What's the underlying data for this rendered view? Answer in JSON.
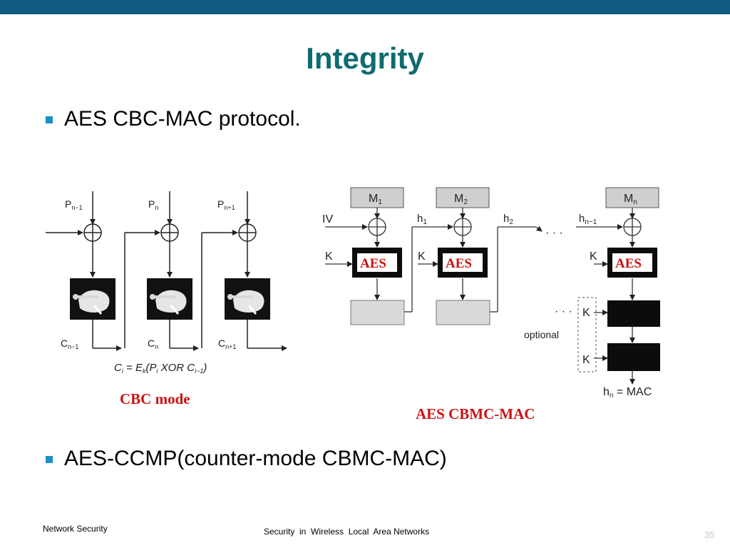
{
  "slide": {
    "title": "Integrity",
    "bullets": [
      "AES CBC-MAC protocol.",
      "AES-CCMP(counter-mode CBMC-MAC)"
    ],
    "footer_left": "Network Security",
    "footer_center": "Security  in  Wireless  Local  Area Networks",
    "page_number": "35",
    "colors": {
      "top_bar": "#0f5a80",
      "title": "#0f6b70",
      "bullet": "#1a8fc8",
      "red_label": "#cc1111"
    }
  },
  "cbc": {
    "inputs": [
      {
        "base": "P",
        "sub": "n−1"
      },
      {
        "base": "P",
        "sub": "n"
      },
      {
        "base": "P",
        "sub": "n+1"
      }
    ],
    "outputs": [
      {
        "base": "C",
        "sub": "n−1"
      },
      {
        "base": "C",
        "sub": "n"
      },
      {
        "base": "C",
        "sub": "n+1"
      }
    ],
    "formula": {
      "lhs": "C",
      "lhs_sub": "i",
      "eq": " = E",
      "e_sub": "k",
      "open": "(P",
      "p_sub": "i",
      "op": " XOR C",
      "c_sub": "i−1",
      "close": ")"
    },
    "caption": "CBC mode",
    "block_icon": "hand-key-icon"
  },
  "cbmc": {
    "messages": [
      {
        "base": "M",
        "sub": "1"
      },
      {
        "base": "M",
        "sub": "2"
      },
      {
        "base": "M",
        "sub": "n"
      }
    ],
    "iv_label": "IV",
    "key_label": "K",
    "aes_label": "AES",
    "chain": [
      {
        "base": "h",
        "sub": "1"
      },
      {
        "base": "h",
        "sub": "2"
      },
      {
        "base": "h",
        "sub": "n−1"
      }
    ],
    "ellipsis": "· · ·",
    "optional_label": "optional",
    "result": {
      "base": "h",
      "sub": "n",
      "rest": " = MAC"
    },
    "caption": "AES CBMC-MAC"
  }
}
